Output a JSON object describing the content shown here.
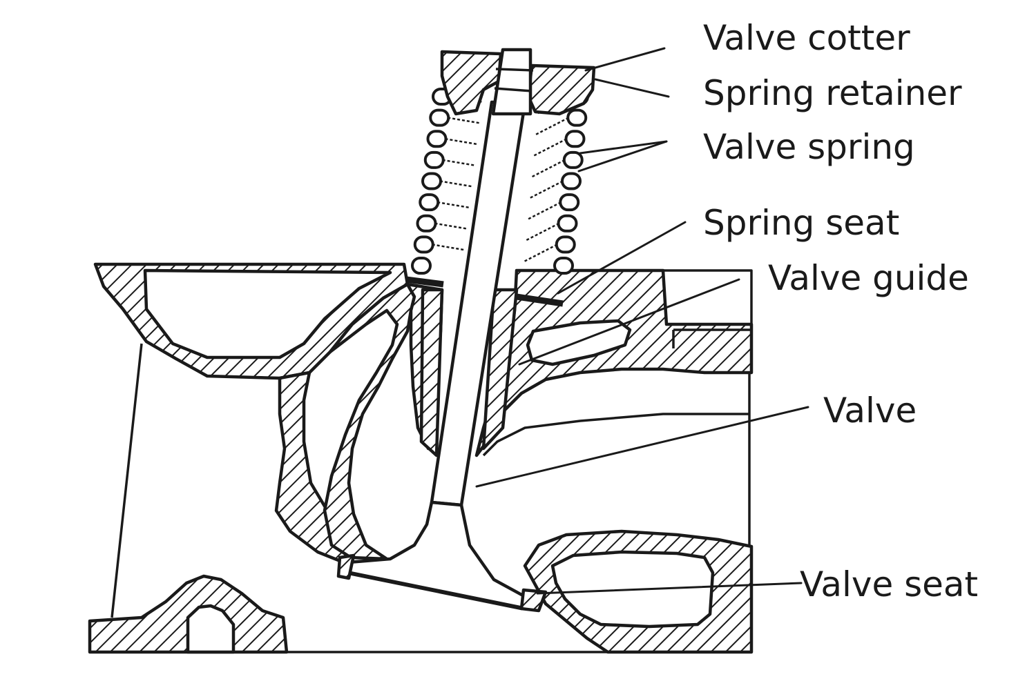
{
  "diagram": {
    "subject": "cylinder-head-valve-cross-section",
    "labels": {
      "valve_cotter": "Valve cotter",
      "spring_retainer": "Spring retainer",
      "valve_spring": "Valve spring",
      "spring_seat": "Spring seat",
      "valve_guide": "Valve guide",
      "valve": "Valve",
      "valve_seat": "Valve seat"
    },
    "colors": {
      "ink": "#1a1a1a",
      "paper": "#ffffff"
    }
  }
}
